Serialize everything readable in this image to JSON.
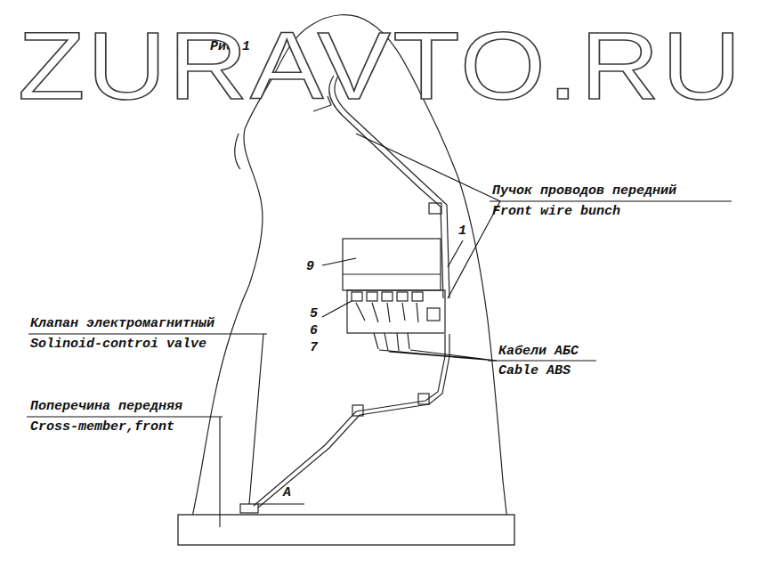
{
  "diagram": {
    "title": "Рис.1",
    "labels": [
      "ZURAVTO.RU",
      "Пучок проводов передний",
      "Front wire bunch",
      "1",
      "9",
      "5",
      "6",
      "7",
      "Кабели АБС",
      "Cable ABS",
      "Клапан электромагнитный",
      "Solinoid-controi valve",
      "Поперечина передняя",
      "Cross-member,front",
      "A"
    ]
  }
}
